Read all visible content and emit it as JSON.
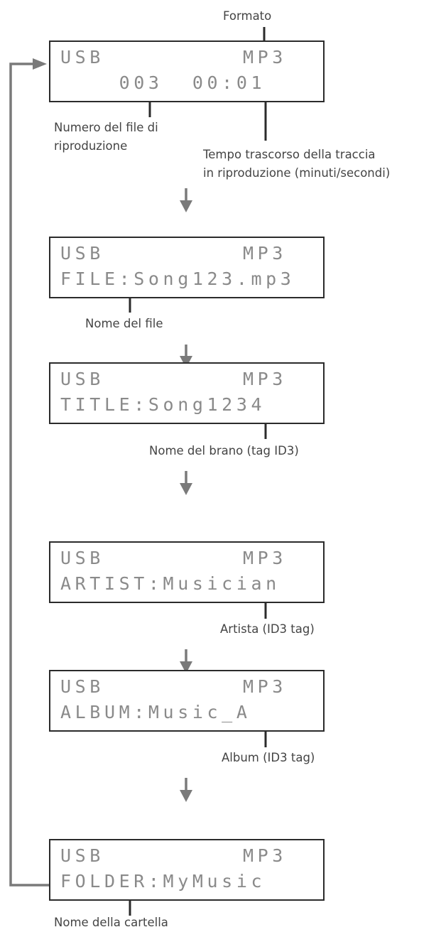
{
  "labels": {
    "format": "Formato",
    "file_number_1": "Numero del file di",
    "file_number_2": "riproduzione",
    "elapsed_1": "Tempo trascorso della traccia",
    "elapsed_2": "in riproduzione (minuti/secondi)",
    "file_name": "Nome del file",
    "song_name": "Nome del brano (tag ID3)",
    "artist": "Artista (ID3 tag)",
    "album": "Album (ID3 tag)",
    "folder": "Nome della cartella"
  },
  "displays": [
    {
      "source": "USB",
      "format": "MP3",
      "line2": "    003  00:01"
    },
    {
      "source": "USB",
      "format": "MP3",
      "line2": "FILE:Song123.mp3"
    },
    {
      "source": "USB",
      "format": "MP3",
      "line2": "TITLE:Song1234"
    },
    {
      "source": "USB",
      "format": "MP3",
      "line2": "ARTIST:Musician"
    },
    {
      "source": "USB",
      "format": "MP3",
      "line2": "ALBUM:Music_A"
    },
    {
      "source": "USB",
      "format": "MP3",
      "line2": "FOLDER:MyMusic"
    }
  ],
  "colors": {
    "line": "#6b6b6b",
    "arrow": "#7a7a7a",
    "lcd_text": "#8a8a8a",
    "border": "#2b2b2b"
  }
}
